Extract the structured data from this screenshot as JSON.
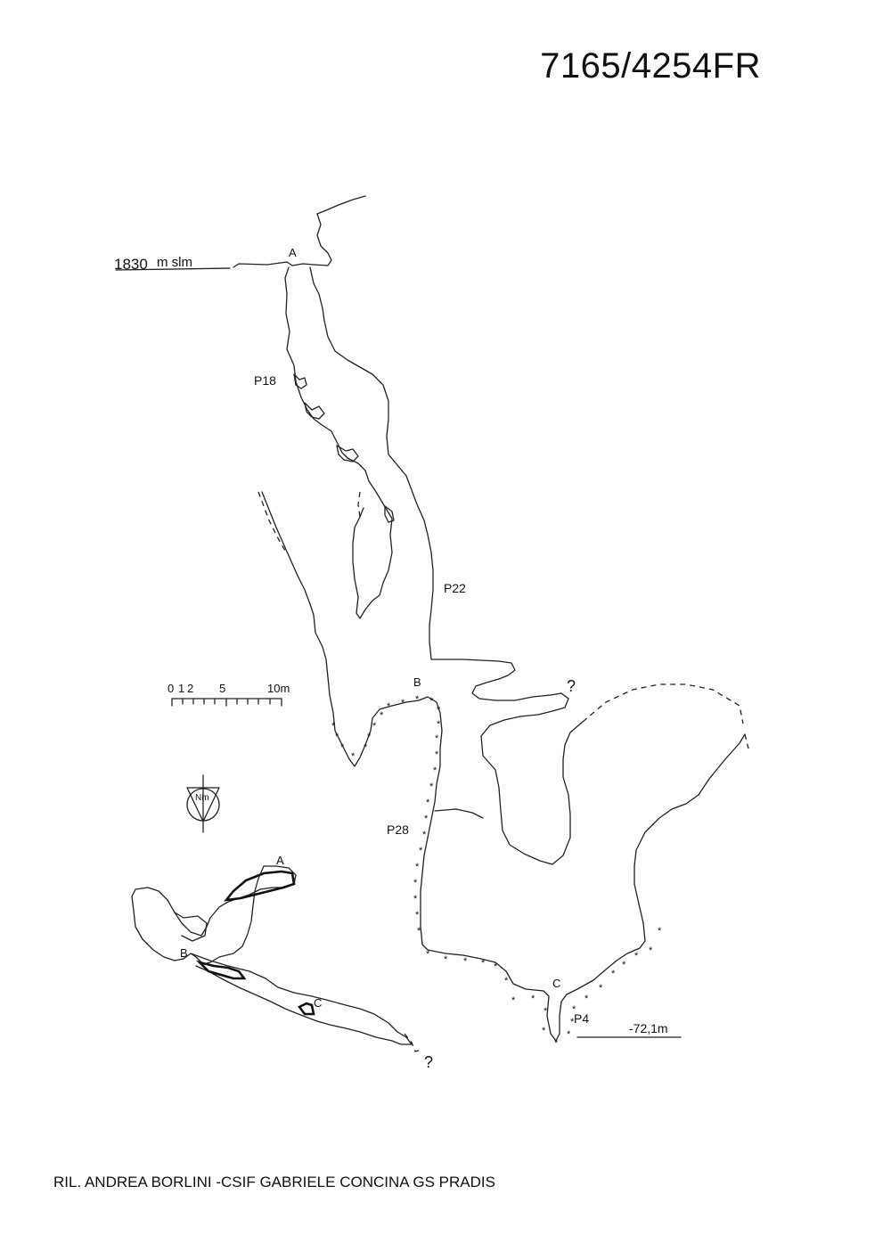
{
  "document": {
    "cave_code": "7165/4254FR",
    "credits": "RIL. ANDREA BORLINI -CSIF GABRIELE CONCINA GS PRADIS"
  },
  "section": {
    "entrance_elevation": "1830",
    "elevation_unit": "m slm",
    "depth_label": "-72,1m",
    "point_a": "A",
    "point_b": "B",
    "point_c": "C",
    "pitches": [
      "P18",
      "P22",
      "P28",
      "P4"
    ],
    "unknown_mark": "?"
  },
  "scale_bar": {
    "ticks": [
      "0",
      "1",
      "2",
      "5",
      "10m"
    ]
  },
  "north_arrow": {
    "label": "Nm"
  },
  "plan": {
    "point_a": "A",
    "point_b": "B",
    "point_c": "C",
    "unknown_mark": "?"
  }
}
